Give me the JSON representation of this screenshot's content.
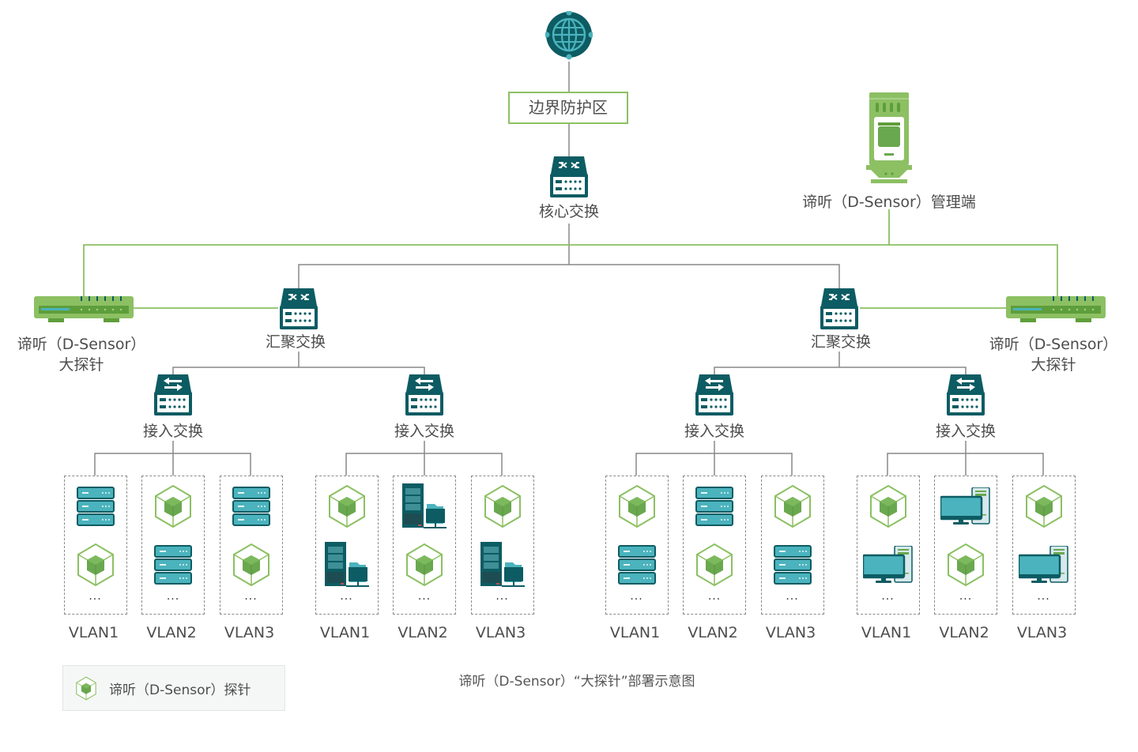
{
  "title": "谛听（D-Sensor）“大探针”部署示意图",
  "internet": {
    "icon": "globe-icon"
  },
  "boundary": {
    "label": "边界防护区"
  },
  "core_switch": {
    "label": "核心交换",
    "icon": "core-switch-icon"
  },
  "manager": {
    "label": "谛听（D-Sensor）管理端",
    "icon": "management-server-icon"
  },
  "big_probes": [
    {
      "label_line1": "谛听（D-Sensor）",
      "label_line2": "大探针",
      "icon": "probe-appliance-icon"
    },
    {
      "label_line1": "谛听（D-Sensor）",
      "label_line2": "大探针",
      "icon": "probe-appliance-icon"
    }
  ],
  "aggregation_switches": [
    {
      "label": "汇聚交换"
    },
    {
      "label": "汇聚交换"
    }
  ],
  "access_switches": [
    {
      "label": "接入交换"
    },
    {
      "label": "接入交换"
    },
    {
      "label": "接入交换"
    },
    {
      "label": "接入交换"
    }
  ],
  "vlan_groups": [
    {
      "vlans": [
        {
          "label": "VLAN1",
          "devices": [
            "server-rack",
            "probe-cube"
          ],
          "more": "..."
        },
        {
          "label": "VLAN2",
          "devices": [
            "probe-cube",
            "server-rack"
          ],
          "more": "..."
        },
        {
          "label": "VLAN3",
          "devices": [
            "server-rack",
            "probe-cube"
          ],
          "more": "..."
        }
      ]
    },
    {
      "vlans": [
        {
          "label": "VLAN1",
          "devices": [
            "probe-cube",
            "storage-server"
          ],
          "more": "..."
        },
        {
          "label": "VLAN2",
          "devices": [
            "storage-server",
            "probe-cube"
          ],
          "more": "..."
        },
        {
          "label": "VLAN3",
          "devices": [
            "probe-cube",
            "storage-server"
          ],
          "more": "..."
        }
      ]
    },
    {
      "vlans": [
        {
          "label": "VLAN1",
          "devices": [
            "probe-cube",
            "server-rack"
          ],
          "more": "..."
        },
        {
          "label": "VLAN2",
          "devices": [
            "server-rack",
            "probe-cube"
          ],
          "more": "..."
        },
        {
          "label": "VLAN3",
          "devices": [
            "probe-cube",
            "server-rack"
          ],
          "more": "..."
        }
      ]
    },
    {
      "vlans": [
        {
          "label": "VLAN1",
          "devices": [
            "probe-cube",
            "desktop-pc"
          ],
          "more": "..."
        },
        {
          "label": "VLAN2",
          "devices": [
            "desktop-pc",
            "probe-cube"
          ],
          "more": "..."
        },
        {
          "label": "VLAN3",
          "devices": [
            "probe-cube",
            "desktop-pc"
          ],
          "more": "..."
        }
      ]
    }
  ],
  "legend": {
    "label": "谛听（D-Sensor）探针",
    "icon": "probe-cube-icon"
  },
  "colors": {
    "teal_dark": "#0d5c63",
    "teal_light": "#4bb3bd",
    "green": "#8cc063",
    "green_dark": "#5e9e3a",
    "line_gray": "#888888"
  }
}
